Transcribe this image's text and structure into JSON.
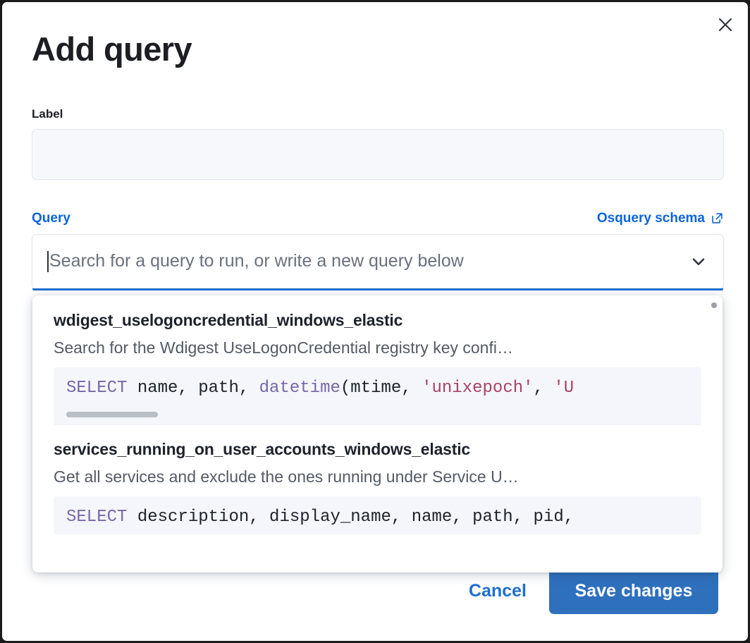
{
  "modal": {
    "title": "Add query",
    "close_icon": "close-icon"
  },
  "form": {
    "label_field": {
      "label": "Label",
      "value": "",
      "placeholder": ""
    },
    "query_field": {
      "label": "Query",
      "schema_link": "Osquery schema",
      "schema_link_icon": "external-link-icon",
      "value": "",
      "placeholder": "Search for a query to run, or write a new query below",
      "caret_icon": "chevron-down-icon"
    }
  },
  "dropdown": {
    "visible": true,
    "items": [
      {
        "title": "wdigest_uselogoncredential_windows_elastic",
        "description": "Search for the Wdigest UseLogonCredential registry key confi…",
        "code_tokens": [
          {
            "t": "SELECT",
            "k": "kw"
          },
          {
            "t": " name, path, ",
            "k": "pl"
          },
          {
            "t": "datetime",
            "k": "fn"
          },
          {
            "t": "(mtime, ",
            "k": "pl"
          },
          {
            "t": "'unixepoch'",
            "k": "str"
          },
          {
            "t": ", ",
            "k": "pl"
          },
          {
            "t": "'U",
            "k": "str"
          }
        ],
        "has_scrollbar": true
      },
      {
        "title": "services_running_on_user_accounts_windows_elastic",
        "description": "Get all services and exclude the ones running under Service U…",
        "code_tokens": [
          {
            "t": "SELECT",
            "k": "kw"
          },
          {
            "t": " description, display_name, name, path, pid,",
            "k": "pl"
          }
        ],
        "has_scrollbar": false
      }
    ]
  },
  "footer": {
    "cancel_label": "Cancel",
    "save_label": "Save changes"
  },
  "colors": {
    "accent_blue": "#0b64dd",
    "button_blue": "#2f70bd",
    "focus_bar": "#1f6fce",
    "sql_keyword": "#7866a8",
    "sql_string": "#a94363",
    "text_dark": "#1d222c",
    "text_muted": "#535a66"
  }
}
